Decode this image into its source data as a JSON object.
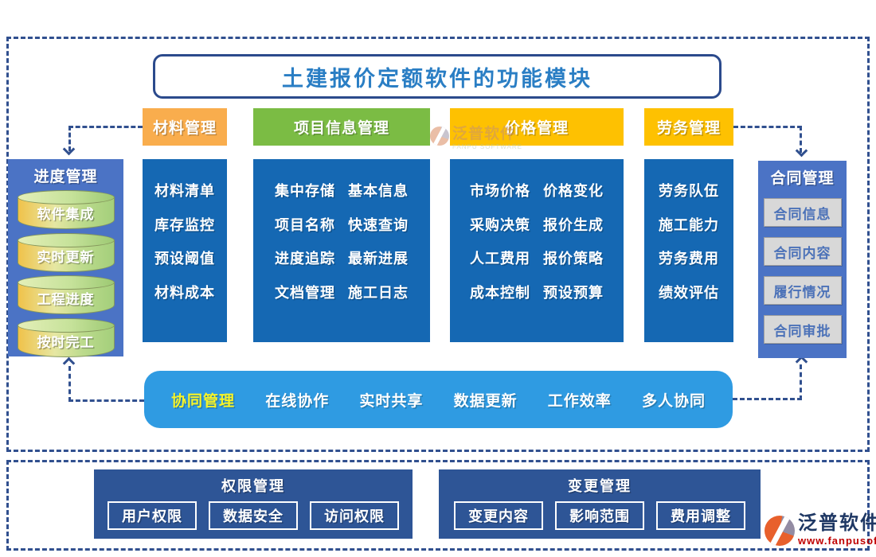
{
  "title": "土建报价定额软件的功能模块",
  "columns": [
    {
      "header": "材料管理",
      "items": [
        "材料清单",
        "库存监控",
        "预设阈值",
        "材料成本"
      ]
    },
    {
      "header": "项目信息管理",
      "rows": [
        [
          "集中存储",
          "基本信息"
        ],
        [
          "项目名称",
          "快速查询"
        ],
        [
          "进度追踪",
          "最新进展"
        ],
        [
          "文档管理",
          "施工日志"
        ]
      ]
    },
    {
      "header": "价格管理",
      "rows": [
        [
          "市场价格",
          "价格变化"
        ],
        [
          "采购决策",
          "报价生成"
        ],
        [
          "人工费用",
          "报价策略"
        ],
        [
          "成本控制",
          "预设预算"
        ]
      ]
    },
    {
      "header": "劳务管理",
      "items": [
        "劳务队伍",
        "施工能力",
        "劳务费用",
        "绩效评估"
      ]
    }
  ],
  "left_panel": {
    "title": "进度管理",
    "items": [
      "软件集成",
      "实时更新",
      "工程进度",
      "按时完工"
    ]
  },
  "right_panel": {
    "title": "合同管理",
    "items": [
      "合同信息",
      "合同内容",
      "履行情况",
      "合同审批"
    ]
  },
  "collab_bar": {
    "title": "协同管理",
    "items": [
      "在线协作",
      "实时共享",
      "数据更新",
      "工作效率",
      "多人协同"
    ]
  },
  "bottom_sections": [
    {
      "title": "权限管理",
      "items": [
        "用户权限",
        "数据安全",
        "访问权限"
      ]
    },
    {
      "title": "变更管理",
      "items": [
        "变更内容",
        "影响范围",
        "费用调整"
      ]
    }
  ],
  "watermark": {
    "brand": "泛普软件",
    "subtitle": "FANPU SOFTWARE"
  },
  "logo": {
    "brand": "泛普软件",
    "url": "www.fanpusoft.com"
  },
  "colors": {
    "header_orange": "#F9AD4D",
    "header_green": "#7BBC44",
    "header_gold": "#FEC101",
    "module_blue": "#1568B3",
    "panel_blue": "#4B73C5",
    "collab_blue": "#2F9BE2",
    "bottom_navy": "#2E5596",
    "dash_navy": "#31508F",
    "title_blue": "#2A7EC4",
    "collab_highlight": "#F7F427"
  }
}
